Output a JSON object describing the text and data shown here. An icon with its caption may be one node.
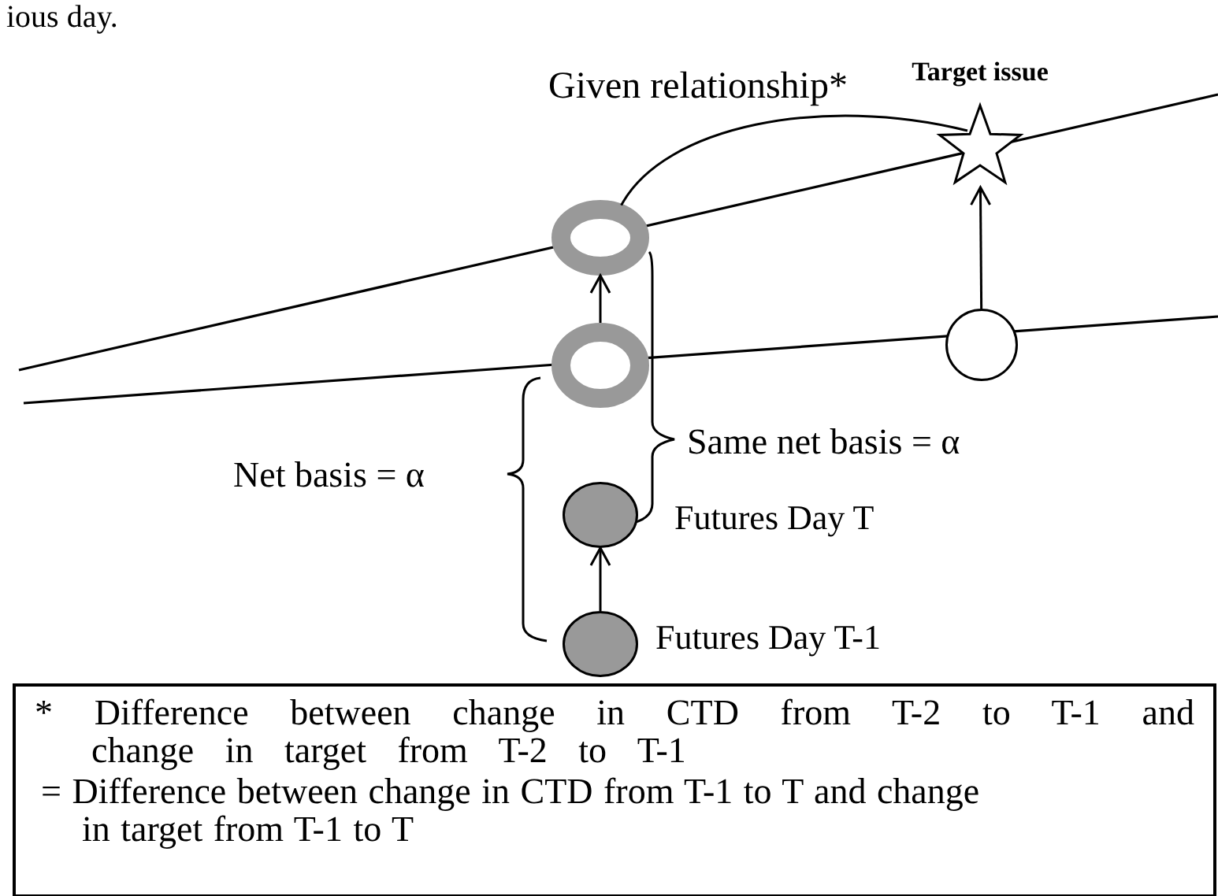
{
  "diagram": {
    "nodes": [
      {
        "text": [],
        "shape": "circle"
      },
      {
        "text": [],
        "shape": "circle"
      },
      {
        "text": [
          "Target issue"
        ]
      },
      {
        "text": [],
        "shape": "circle"
      },
      {
        "text": [],
        "shape": "circle",
        "beside": [
          "Futures Day T"
        ]
      },
      {
        "text": [],
        "shape": "circle",
        "beside": [
          "Futures Day T-1"
        ]
      },
      {
        "text": [
          "* Difference between change in CTD from T-2 to T-1 and change in target from T-2 to T-1",
          "= Difference between change in CTD from T-1 to T and change in target from T-1 to T"
        ]
      }
    ],
    "edges": [
      {
        "from": 1,
        "to": 0,
        "arrow": "to"
      },
      {
        "from": 5,
        "to": 4,
        "arrow": "to"
      },
      {
        "from": 3,
        "to": 2,
        "arrow": "to"
      },
      {
        "from": 0,
        "to": 2,
        "arrow": "none",
        "label": "Given relationship*"
      }
    ],
    "labels": [
      "ious day.",
      "Same net basis = α",
      "Net basis = α"
    ]
  }
}
